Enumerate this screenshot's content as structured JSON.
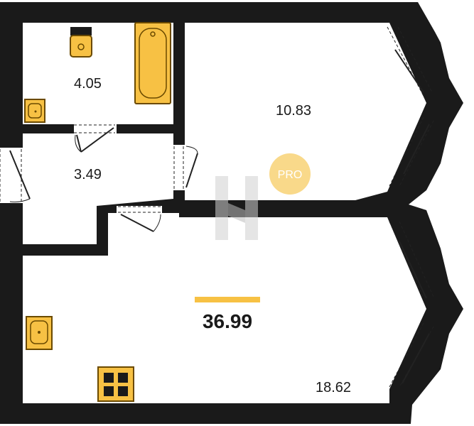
{
  "plan": {
    "rooms": [
      {
        "id": "bathroom",
        "area": "4.05"
      },
      {
        "id": "hall",
        "area": "3.49"
      },
      {
        "id": "bedroom",
        "area": "10.83"
      },
      {
        "id": "kitchen-living",
        "area": "18.62"
      }
    ],
    "total_area": "36.99",
    "badge": "PRO",
    "colors": {
      "wall": "#1a1a1a",
      "fixture_fill": "#f7c144",
      "fixture_stroke": "#6b4a00",
      "accent": "#f7c144",
      "badge": "#f9d98a",
      "watermark": "#d0d0d0"
    },
    "icons": [
      "toilet-icon",
      "bathtub-icon",
      "sink-icon",
      "stove-icon",
      "logo-watermark-icon"
    ]
  }
}
